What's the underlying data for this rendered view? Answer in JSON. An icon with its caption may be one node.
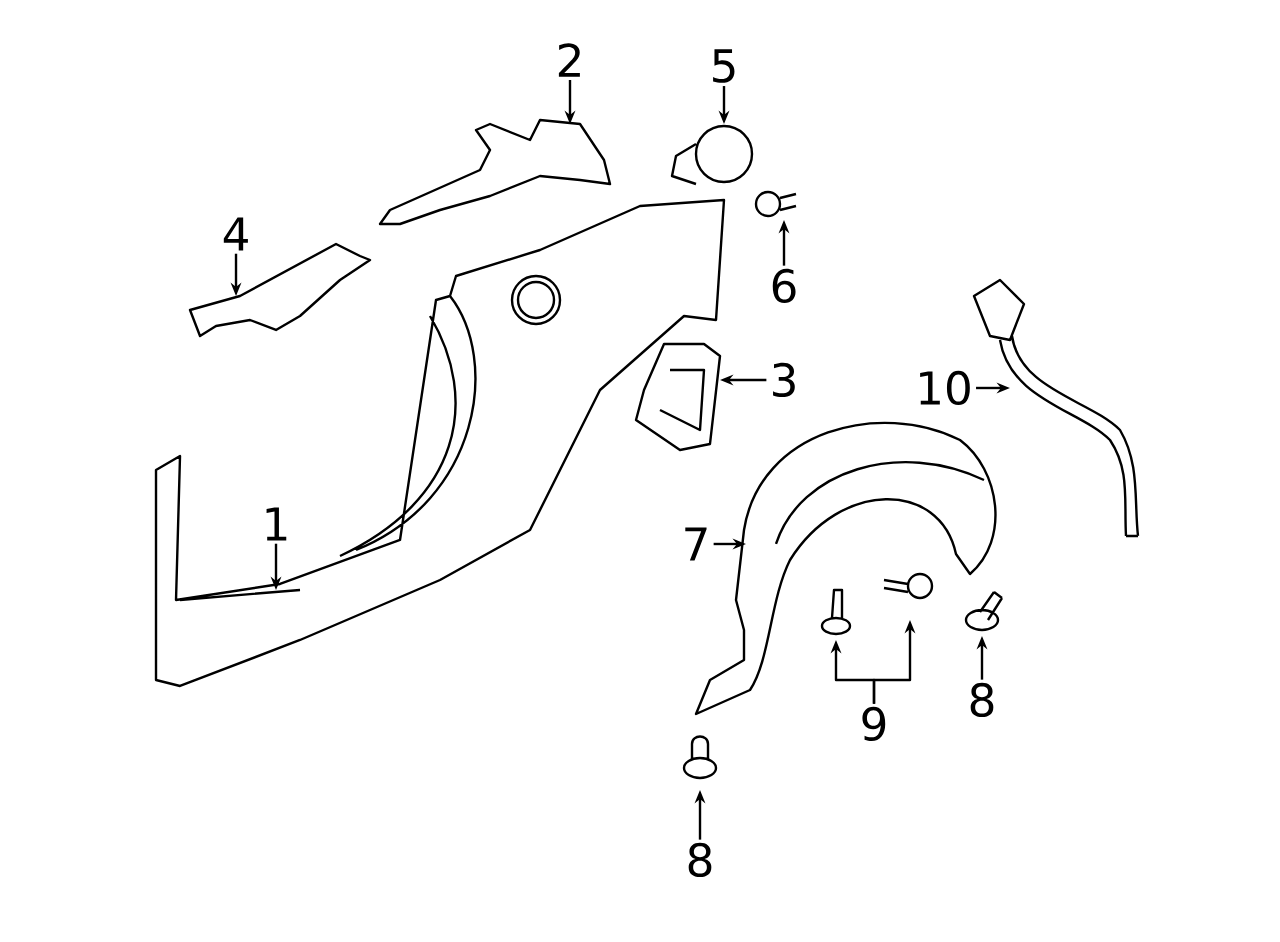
{
  "diagram": {
    "nodes": [
      {
        "text": [
          "1"
        ]
      },
      {
        "text": [
          "2"
        ]
      },
      {
        "text": [
          "3"
        ]
      },
      {
        "text": [
          "4"
        ]
      },
      {
        "text": [
          "5"
        ]
      },
      {
        "text": [
          "6"
        ]
      },
      {
        "text": [
          "7"
        ]
      },
      {
        "text": [
          "8"
        ]
      },
      {
        "text": [
          "9"
        ]
      },
      {
        "text": [
          "8"
        ]
      },
      {
        "text": [
          "10"
        ]
      }
    ],
    "edges": [
      {
        "from": 0,
        "to": null,
        "arrow": "to"
      },
      {
        "from": 1,
        "to": null,
        "arrow": "to"
      },
      {
        "from": 2,
        "to": null,
        "arrow": "to"
      },
      {
        "from": 3,
        "to": null,
        "arrow": "to"
      },
      {
        "from": 4,
        "to": null,
        "arrow": "to"
      },
      {
        "from": 5,
        "to": null,
        "arrow": "to"
      },
      {
        "from": 6,
        "to": null,
        "arrow": "to"
      },
      {
        "from": 7,
        "to": null,
        "arrow": "to"
      },
      {
        "from": 8,
        "to": null,
        "arrow": "to"
      },
      {
        "from": 8,
        "to": null,
        "arrow": "to"
      },
      {
        "from": 9,
        "to": null,
        "arrow": "to"
      },
      {
        "from": 10,
        "to": null,
        "arrow": "to"
      }
    ]
  }
}
